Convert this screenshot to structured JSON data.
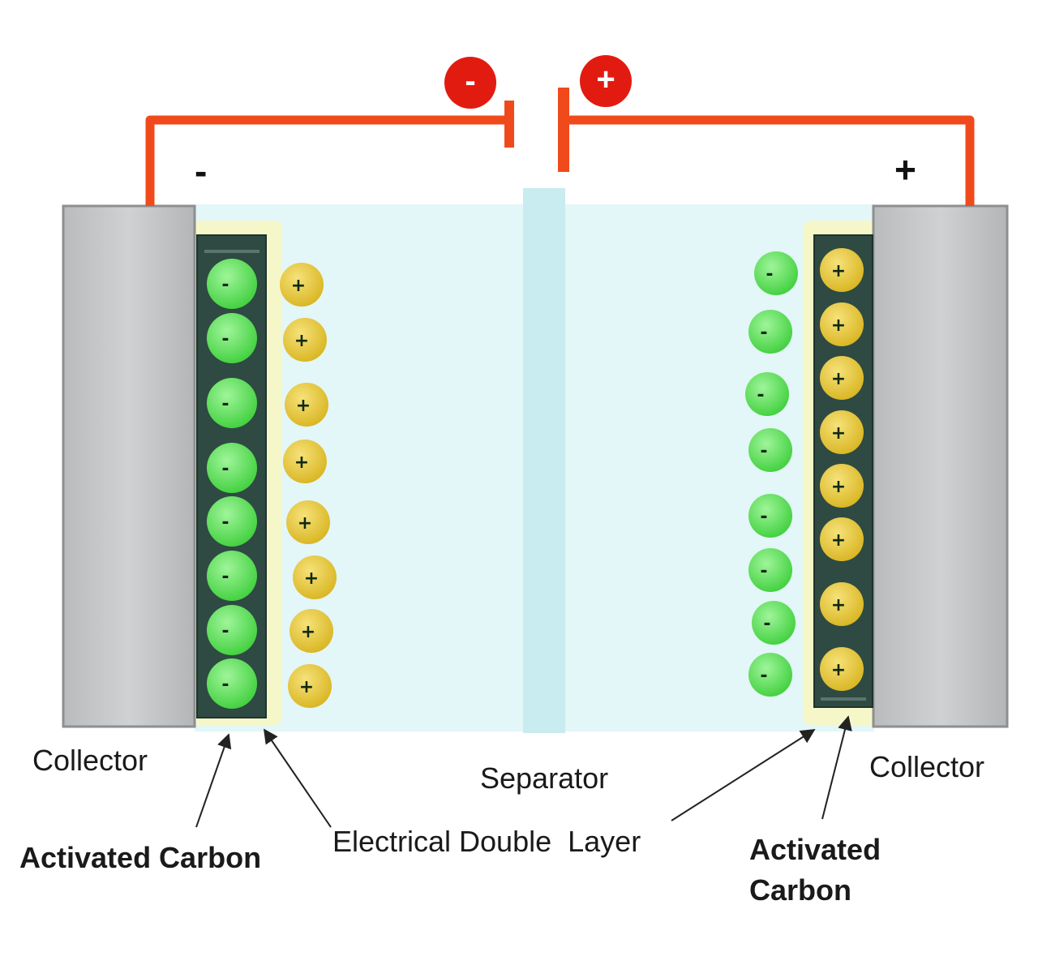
{
  "terminals": {
    "negative_badge": "-",
    "positive_badge": "+",
    "negative_sign": "-",
    "positive_sign": "+"
  },
  "labels": {
    "collector_left": "Collector",
    "collector_right": "Collector",
    "separator": "Separator",
    "electrical_double_layer": "Electrical Double  Layer",
    "activated_carbon_left": "Activated Carbon",
    "activated_carbon_right_line1": "Activated",
    "activated_carbon_right_line2": "Carbon"
  },
  "particles": {
    "anion_symbol": "-",
    "cation_symbol": "+"
  },
  "colors": {
    "wire": "#f04a1c",
    "badge": "#e21b10",
    "collector": "#c7c9cb",
    "carbon": "#2e4a42",
    "electrolyte": "#e3f6f8",
    "separator": "#c8ecef",
    "anion": "#4fdc4a",
    "cation": "#e4c22c"
  }
}
